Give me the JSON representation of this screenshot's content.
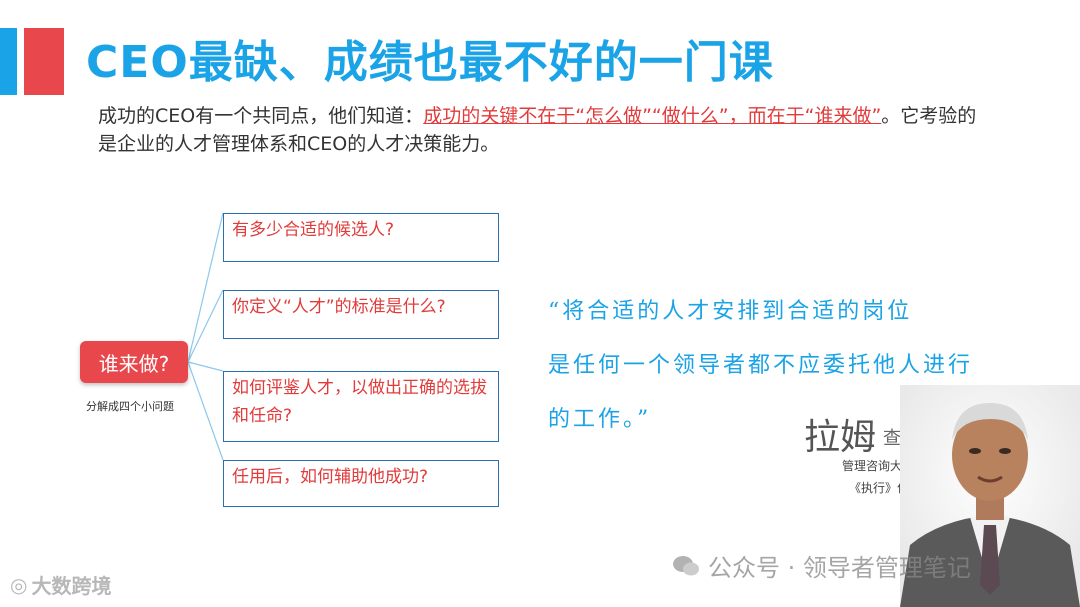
{
  "title": "CEO最缺、成绩也最不好的一门课",
  "intro": {
    "part1": "成功的CEO有一个共同点，他们知道：",
    "highlight": "成功的关键不在于“怎么做”“做什么”，而在于“谁来做”",
    "part2": "。它考验的是企业的人才管理体系和CEO的人才决策能力。"
  },
  "diagram": {
    "root_label": "谁来做?",
    "root_caption": "分解成四个小问题",
    "questions": [
      "有多少合适的候选人?",
      "你定义“人才”的标准是什么?",
      "如何评鉴人才，以做出正确的选拔和任命?",
      "任用后，如何辅助他成功?"
    ]
  },
  "quote": {
    "line1": "“将合适的人才安排到合适的岗位",
    "line2": "是任何一个领导者都不应委托他人进行",
    "line3": "的工作。”"
  },
  "author": {
    "name": "拉姆",
    "surname": "查兰",
    "role": "管理咨询大师",
    "book": "《执行》作者"
  },
  "watermark": "公众号 · 领导者管理笔记",
  "corner_logo": "大数跨境",
  "colors": {
    "accent_blue": "#1aa3e6",
    "accent_red": "#e8474b",
    "box_border": "#2a6fb0"
  }
}
